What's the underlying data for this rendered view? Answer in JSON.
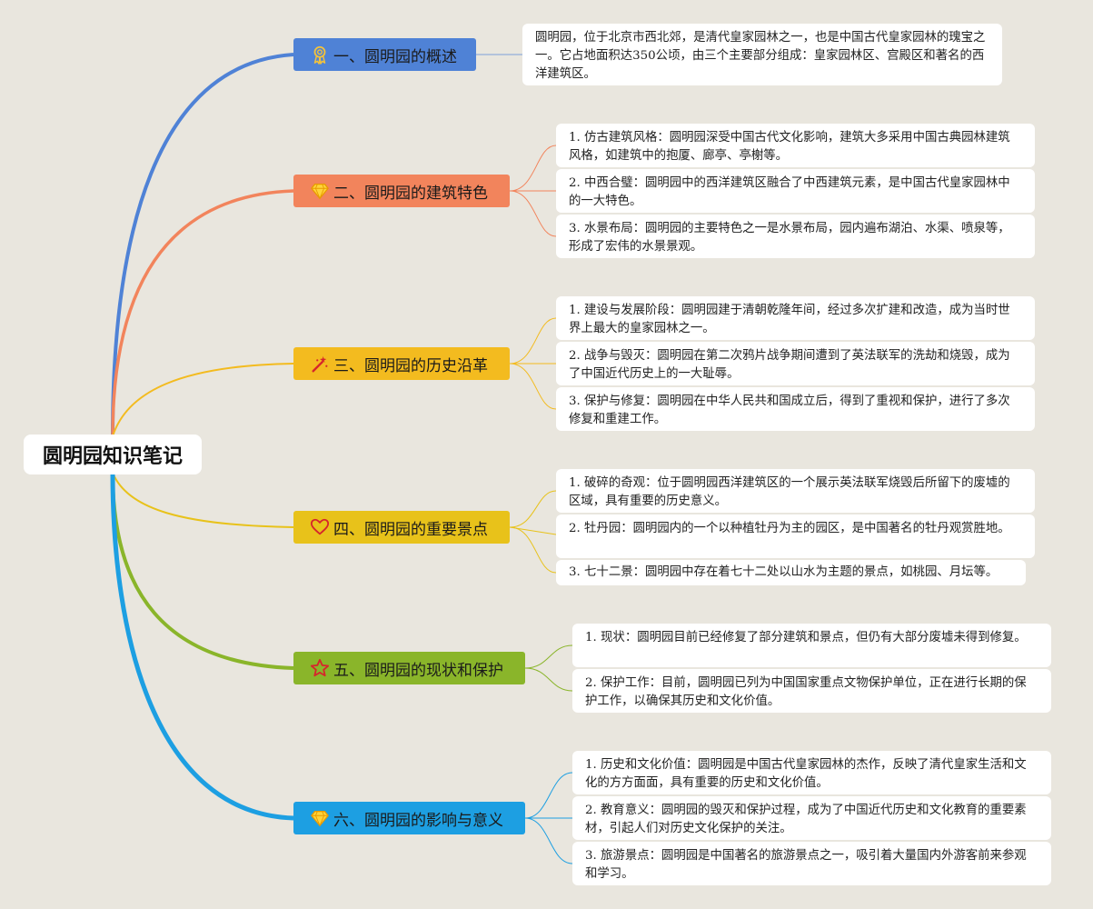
{
  "title": "圆明园知识笔记",
  "colors": {
    "background": "#e9e6de",
    "branch1": "#4f82d6",
    "branch2": "#f2845c",
    "branch3": "#f3bb1f",
    "branch4": "#e8c21a",
    "branch5": "#8ab52a",
    "branch6": "#1d9fe2"
  },
  "branches": [
    {
      "label": "一、圆明园的概述",
      "icon": "ribbon-award-icon",
      "details": [
        "圆明园，位于北京市西北郊，是清代皇家园林之一，也是中国古代皇家园林的瑰宝之一。它占地面积达350公顷，由三个主要部分组成：皇家园林区、宫殿区和著名的西洋建筑区。"
      ]
    },
    {
      "label": "二、圆明园的建筑特色",
      "icon": "diamond-icon",
      "details": [
        "1. 仿古建筑风格：圆明园深受中国古代文化影响，建筑大多采用中国古典园林建筑风格，如建筑中的抱厦、廊亭、亭榭等。",
        "2. 中西合璧：圆明园中的西洋建筑区融合了中西建筑元素，是中国古代皇家园林中的一大特色。",
        "3. 水景布局：圆明园的主要特色之一是水景布局，园内遍布湖泊、水渠、喷泉等，形成了宏伟的水景景观。"
      ]
    },
    {
      "label": "三、圆明园的历史沿革",
      "icon": "magic-wand-icon",
      "details": [
        "1. 建设与发展阶段：圆明园建于清朝乾隆年间，经过多次扩建和改造，成为当时世界上最大的皇家园林之一。",
        "2. 战争与毁灭：圆明园在第二次鸦片战争期间遭到了英法联军的洗劫和烧毁，成为了中国近代历史上的一大耻辱。",
        "3. 保护与修复：圆明园在中华人民共和国成立后，得到了重视和保护，进行了多次修复和重建工作。"
      ]
    },
    {
      "label": "四、圆明园的重要景点",
      "icon": "heart-icon",
      "details": [
        "1. 破碎的奇观：位于圆明园西洋建筑区的一个展示英法联军烧毁后所留下的废墟的区域，具有重要的历史意义。",
        "2. 牡丹园：圆明园内的一个以种植牡丹为主的园区，是中国著名的牡丹观赏胜地。",
        "3. 七十二景：圆明园中存在着七十二处以山水为主题的景点，如桃园、月坛等。"
      ]
    },
    {
      "label": "五、圆明园的现状和保护",
      "icon": "star-icon",
      "details": [
        "1. 现状：圆明园目前已经修复了部分建筑和景点，但仍有大部分废墟未得到修复。",
        "2. 保护工作：目前，圆明园已列为中国国家重点文物保护单位，正在进行长期的保护工作，以确保其历史和文化价值。"
      ]
    },
    {
      "label": "六、圆明园的影响与意义",
      "icon": "diamond-icon",
      "details": [
        "1. 历史和文化价值：圆明园是中国古代皇家园林的杰作，反映了清代皇家生活和文化的方方面面，具有重要的历史和文化价值。",
        "2. 教育意义：圆明园的毁灭和保护过程，成为了中国近代历史和文化教育的重要素材，引起人们对历史文化保护的关注。",
        "3. 旅游景点：圆明园是中国著名的旅游景点之一，吸引着大量国内外游客前来参观和学习。"
      ]
    }
  ]
}
